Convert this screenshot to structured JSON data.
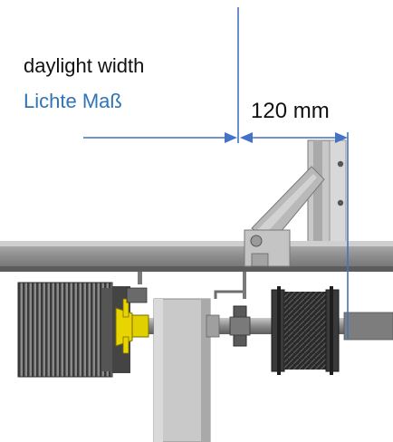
{
  "labels": {
    "daylight_width_en": "daylight width",
    "daylight_width_de": "Lichte Maß",
    "dimension": "120 mm"
  },
  "colors": {
    "dimension_line": "#4472c4",
    "german_label": "#2e75b6",
    "frame_steel": "#8c8c8c",
    "spring": "#4a4a4a",
    "cone_yellow": "#e8d400",
    "drum": "#2b2b2b"
  }
}
